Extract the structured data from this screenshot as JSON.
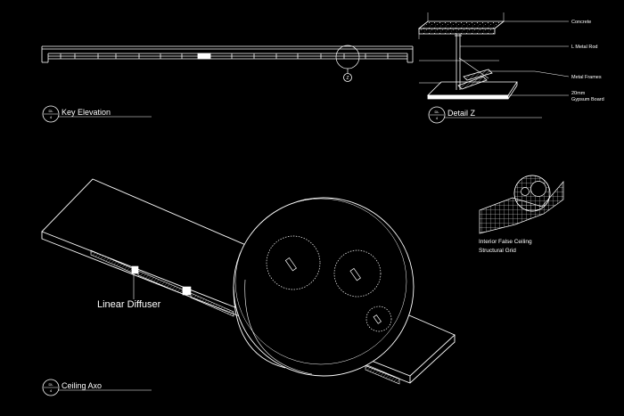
{
  "views": {
    "key_elevation": {
      "title": "Key Elevation",
      "sheet": "DL",
      "num": "4",
      "marker": "Z"
    },
    "detail_z": {
      "title": "Detail Z",
      "sheet": "DL",
      "num": "4"
    },
    "ceiling_axo": {
      "title": "Ceiling Axo",
      "sheet": "DL",
      "num": "4"
    }
  },
  "detail_labels": {
    "concrete": "Concrete",
    "rod": "L Metal Rod",
    "frames": "Metal Frames",
    "board_1": "20mm",
    "board_2": "Gypsum Board"
  },
  "axo_labels": {
    "diffuser": "Linear Diffuser",
    "grid_1": "Interior False Ceiling",
    "grid_2": "Structural Grid"
  },
  "colors": {
    "line": "#ffffff",
    "background": "#000000"
  }
}
